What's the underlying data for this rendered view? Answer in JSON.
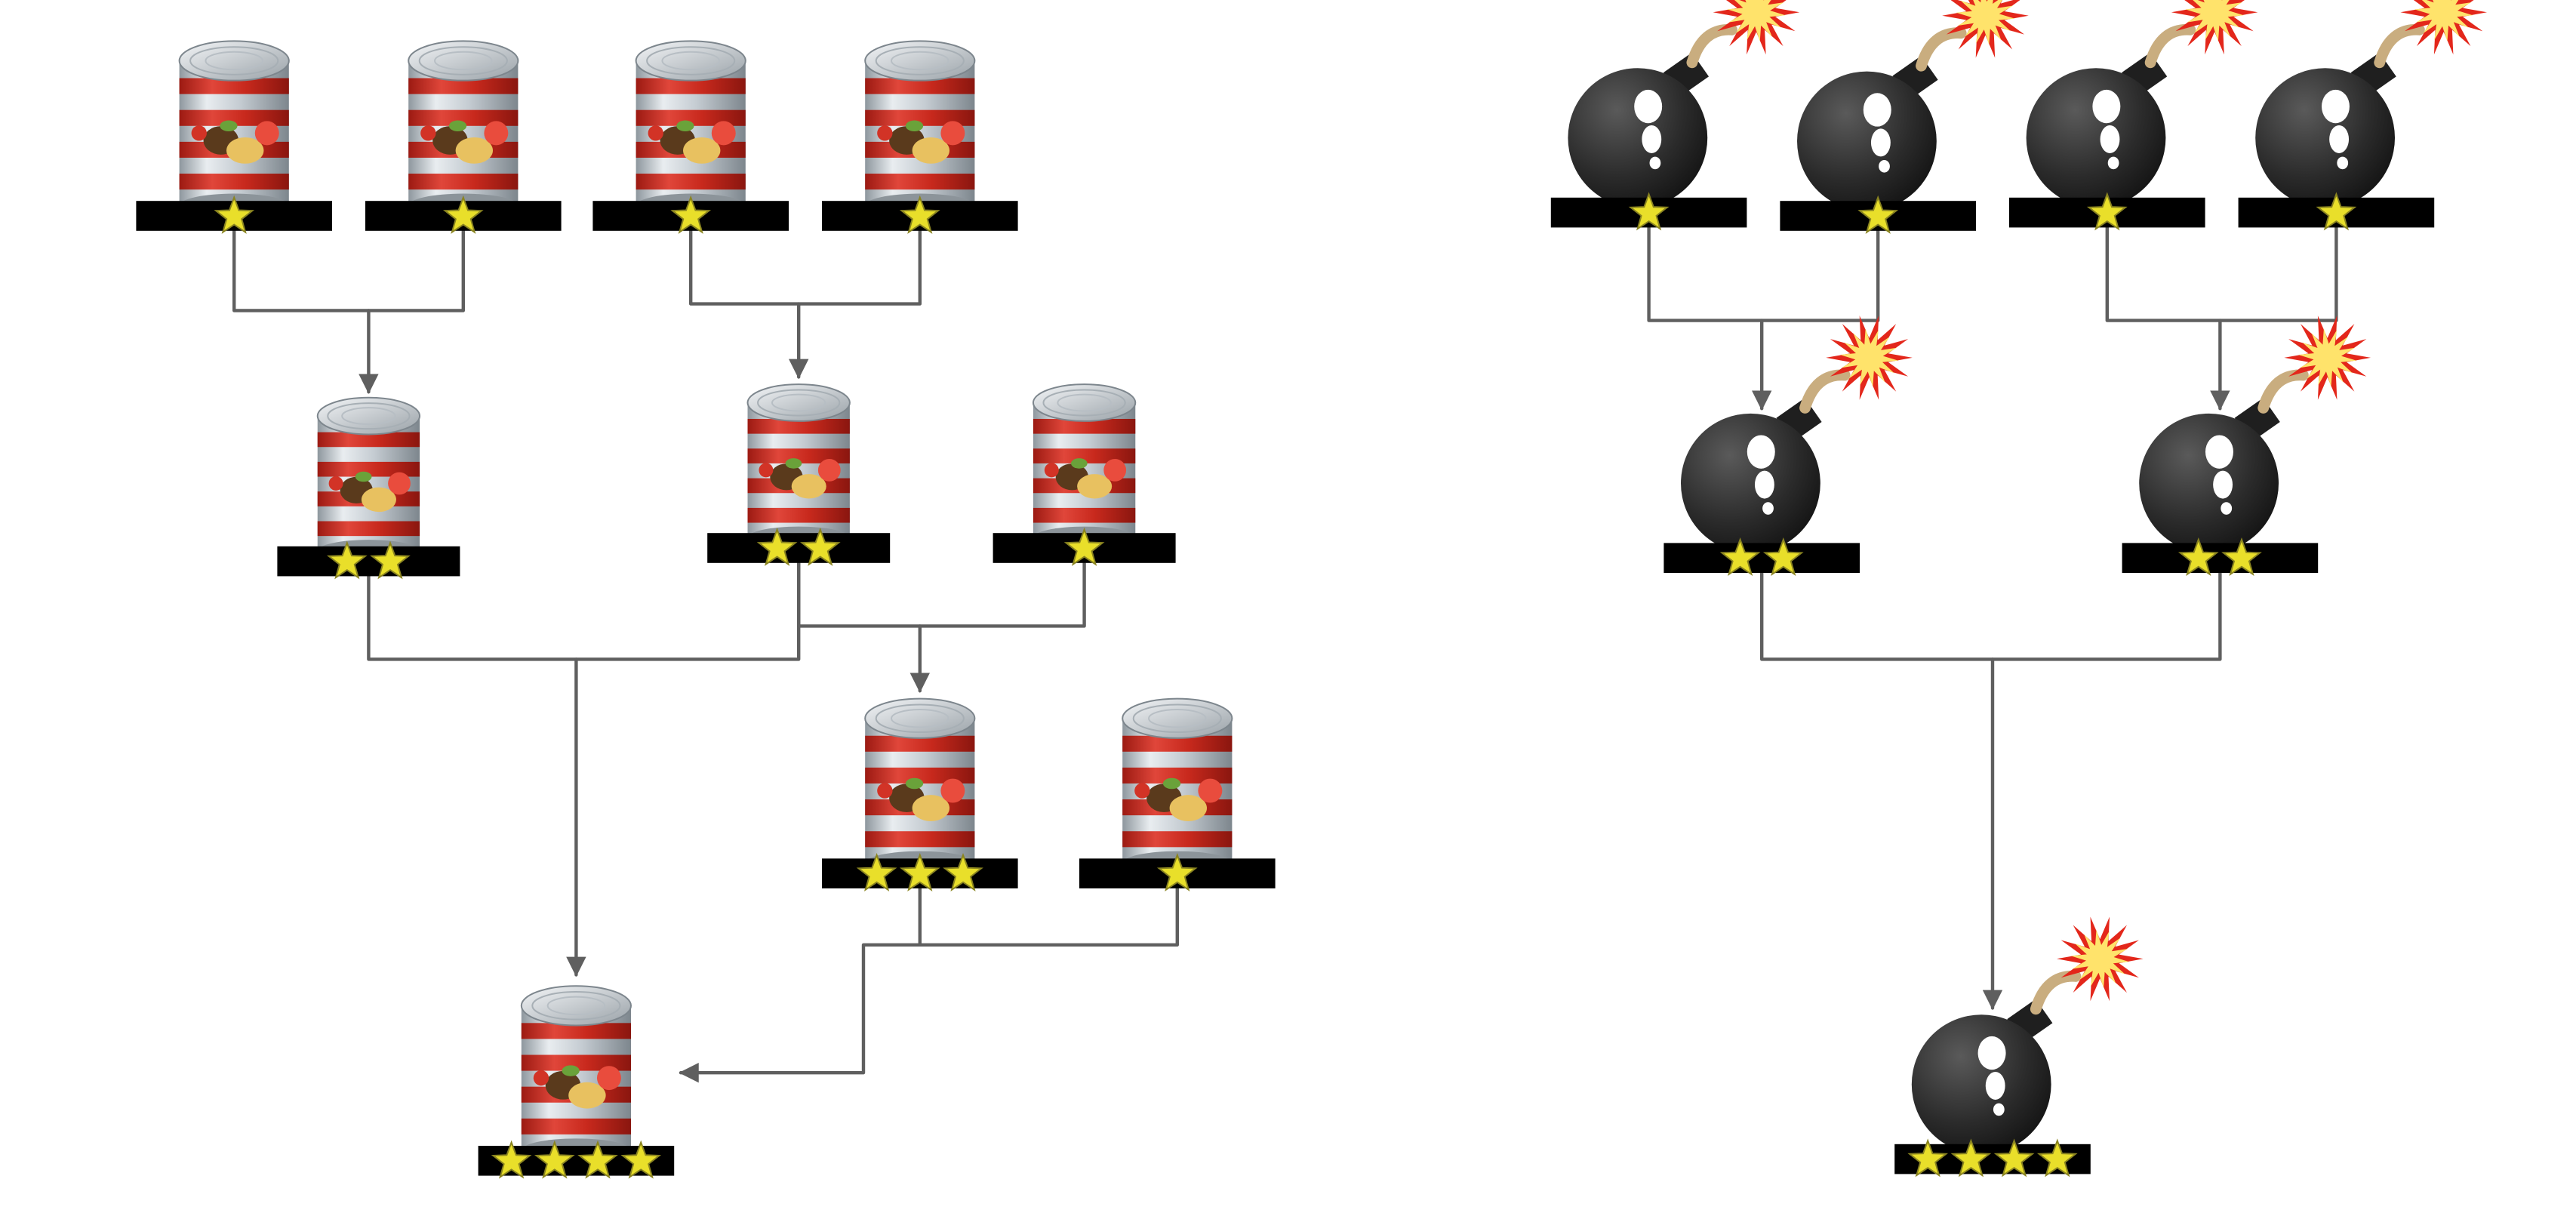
{
  "colors": {
    "background": "#ffffff",
    "connector": "#5f5f5f",
    "plate": "#000000",
    "star": "#e9df2a",
    "star_stroke": "#8a8420",
    "can_red": "#c8291d",
    "can_silver": "#bfc6cc",
    "bomb": "#2b2b2b",
    "fuse": "#c9ad7f",
    "spark_outer": "#e3271b",
    "spark_inner": "#ffe36b"
  },
  "diagrams": {
    "cans": {
      "item_icon": "canned-food-icon",
      "nodes": [
        {
          "id": "can-a",
          "stars": 1
        },
        {
          "id": "can-b",
          "stars": 1
        },
        {
          "id": "can-c",
          "stars": 1
        },
        {
          "id": "can-d",
          "stars": 1
        },
        {
          "id": "can-ab",
          "stars": 2
        },
        {
          "id": "can-cd",
          "stars": 2
        },
        {
          "id": "can-e",
          "stars": 1
        },
        {
          "id": "can-cde",
          "stars": 3
        },
        {
          "id": "can-f",
          "stars": 1
        },
        {
          "id": "can-final",
          "stars": 4
        }
      ],
      "merges": [
        {
          "from": [
            "can-a",
            "can-b"
          ],
          "to": "can-ab"
        },
        {
          "from": [
            "can-c",
            "can-d"
          ],
          "to": "can-cd"
        },
        {
          "from": [
            "can-cd",
            "can-e"
          ],
          "to": "can-cde"
        },
        {
          "from": [
            "can-ab",
            "can-cd"
          ],
          "to": "can-final"
        },
        {
          "from": [
            "can-cde",
            "can-f"
          ],
          "to": "can-final"
        }
      ]
    },
    "bombs": {
      "item_icon": "bomb-icon",
      "nodes": [
        {
          "id": "bomb-a",
          "stars": 1
        },
        {
          "id": "bomb-b",
          "stars": 1
        },
        {
          "id": "bomb-c",
          "stars": 1
        },
        {
          "id": "bomb-d",
          "stars": 1
        },
        {
          "id": "bomb-ab",
          "stars": 2
        },
        {
          "id": "bomb-cd",
          "stars": 2
        },
        {
          "id": "bomb-final",
          "stars": 4
        }
      ],
      "merges": [
        {
          "from": [
            "bomb-a",
            "bomb-b"
          ],
          "to": "bomb-ab"
        },
        {
          "from": [
            "bomb-c",
            "bomb-d"
          ],
          "to": "bomb-cd"
        },
        {
          "from": [
            "bomb-ab",
            "bomb-cd"
          ],
          "to": "bomb-final"
        }
      ]
    }
  }
}
